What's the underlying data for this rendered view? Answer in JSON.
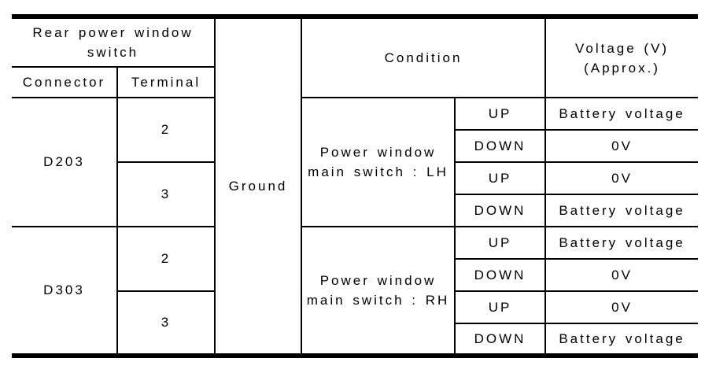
{
  "colors": {
    "border": "#000000",
    "background": "#ffffff",
    "text": "#000000"
  },
  "table": {
    "header": {
      "rear_switch": "Rear power window\nswitch",
      "connector": "Connector",
      "terminal": "Terminal",
      "ground": "Ground",
      "condition": "Condition",
      "voltage": "Voltage (V)\n(Approx.)"
    },
    "groups": [
      {
        "connector": "D203",
        "condition": "Power window\nmain switch : LH",
        "terminals": [
          {
            "terminal": "2",
            "rows": [
              {
                "direction": "UP",
                "voltage": "Battery voltage"
              },
              {
                "direction": "DOWN",
                "voltage": "0V"
              }
            ]
          },
          {
            "terminal": "3",
            "rows": [
              {
                "direction": "UP",
                "voltage": "0V"
              },
              {
                "direction": "DOWN",
                "voltage": "Battery voltage"
              }
            ]
          }
        ]
      },
      {
        "connector": "D303",
        "condition": "Power window\nmain switch : RH",
        "terminals": [
          {
            "terminal": "2",
            "rows": [
              {
                "direction": "UP",
                "voltage": "Battery voltage"
              },
              {
                "direction": "DOWN",
                "voltage": "0V"
              }
            ]
          },
          {
            "terminal": "3",
            "rows": [
              {
                "direction": "UP",
                "voltage": "0V"
              },
              {
                "direction": "DOWN",
                "voltage": "Battery voltage"
              }
            ]
          }
        ]
      }
    ]
  }
}
